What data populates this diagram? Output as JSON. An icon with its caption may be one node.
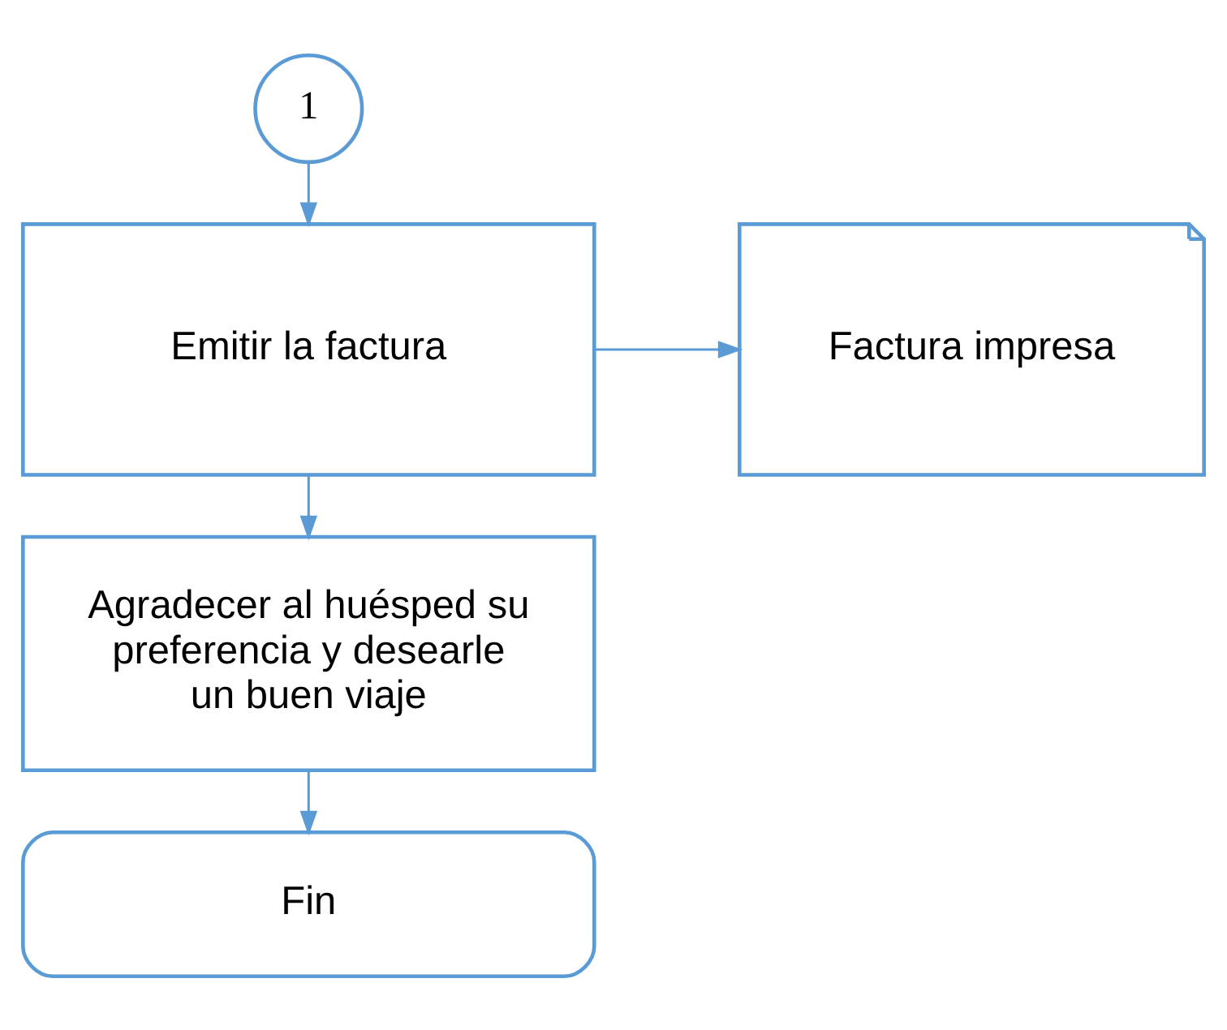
{
  "diagram": {
    "nodes": [
      {
        "text": [
          "1"
        ]
      },
      {
        "text": [
          "Emitir la factura"
        ]
      },
      {
        "text": [
          "Factura impresa"
        ]
      },
      {
        "text": [
          "Agradecer al huésped su preferencia y desearle un buen viaje"
        ]
      },
      {
        "text": [
          "Fin"
        ]
      }
    ],
    "edges": [
      {
        "from": 0,
        "to": 1,
        "arrow": "to"
      },
      {
        "from": 1,
        "to": 2,
        "arrow": "to"
      },
      {
        "from": 1,
        "to": 3,
        "arrow": "to"
      },
      {
        "from": 3,
        "to": 4,
        "arrow": "to"
      }
    ]
  }
}
